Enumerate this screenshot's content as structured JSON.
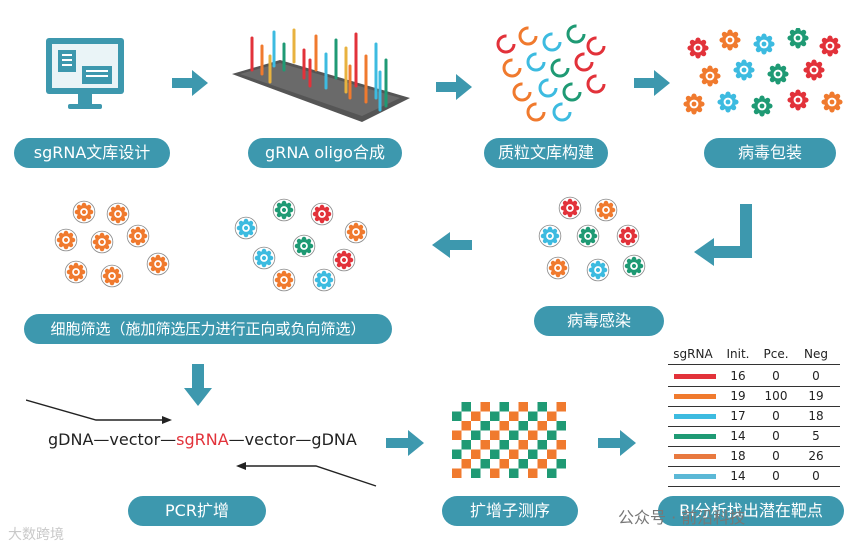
{
  "labels": {
    "library_design": "sgRNA文库设计",
    "oligo_synthesis": "gRNA oligo合成",
    "plasmid_library": "质粒文库构建",
    "virus_packaging": "病毒包装",
    "virus_infection": "病毒感染",
    "cell_screening": "细胞筛选（施加筛选压力进行正向或负向筛选）",
    "pcr": "PCR扩增",
    "sequencing": "扩增子测序",
    "bi_analysis": "BI分析找出潜在靶点"
  },
  "construct": {
    "part1": "gDNA—vector—",
    "part2": "sgRNA",
    "part3": "—vector—gDNA"
  },
  "table": {
    "headers": [
      "sgRNA",
      "Init.",
      "Pce.",
      "Neg"
    ],
    "rows": [
      {
        "color": "#e2323a",
        "init": "16",
        "pce": "0",
        "neg": "0"
      },
      {
        "color": "#f07a2e",
        "init": "19",
        "pce": "100",
        "neg": "19"
      },
      {
        "color": "#3dbbe0",
        "init": "17",
        "pce": "0",
        "neg": "18"
      },
      {
        "color": "#1f9a74",
        "init": "14",
        "pce": "0",
        "neg": "5"
      },
      {
        "color": "#e8793f",
        "init": "18",
        "pce": "0",
        "neg": "26"
      },
      {
        "color": "#5bb8d6",
        "init": "14",
        "pce": "0",
        "neg": "0"
      }
    ]
  },
  "watermarks": {
    "left": "大数跨境",
    "right": "公众号 · 前沿科技"
  },
  "colors": {
    "accent": "#3d98ae",
    "red": "#e2323a",
    "orange": "#f07a2e",
    "blue": "#3dbbe0",
    "green": "#1f9a74"
  },
  "icons": [
    "monitor-icon",
    "oligo-array-icon",
    "plasmid-ring-icon",
    "virus-icon",
    "cell-icon",
    "checkerboard-icon"
  ]
}
